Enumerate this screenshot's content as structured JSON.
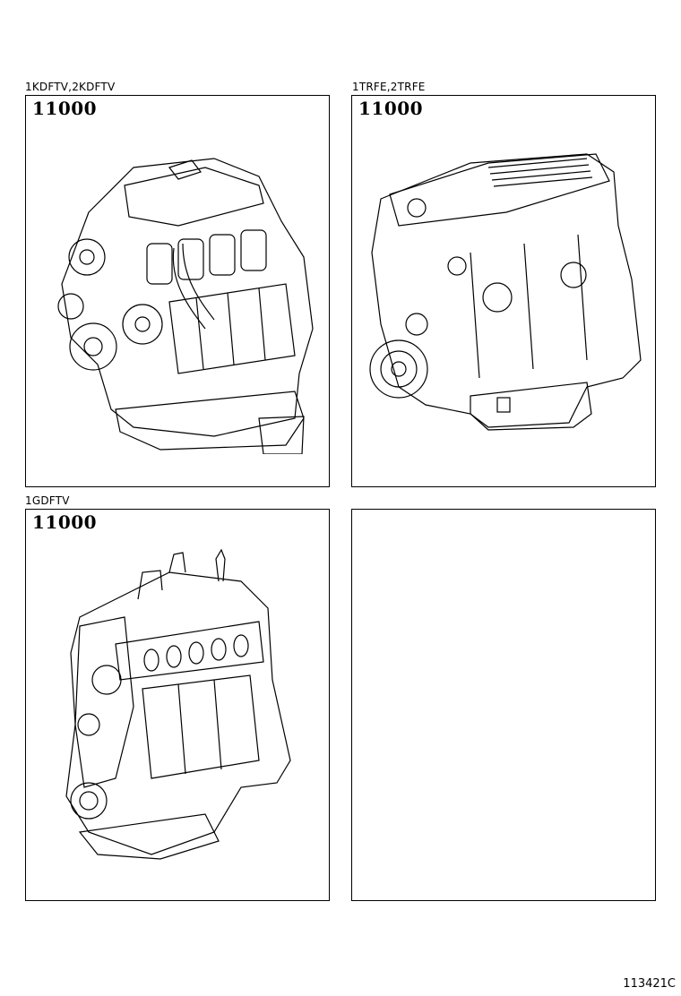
{
  "panels": [
    {
      "caption": "1KDFTV,2KDFTV",
      "part_number": "11000",
      "icon": "engine-diesel-kd-icon"
    },
    {
      "caption": "1TRFE,2TRFE",
      "part_number": "11000",
      "icon": "engine-gasoline-tr-icon"
    },
    {
      "caption": "1GDFTV",
      "part_number": "11000",
      "icon": "engine-diesel-gd-icon"
    },
    {
      "caption": "",
      "part_number": "",
      "icon": ""
    }
  ],
  "figure_id": "113421C",
  "colors": {
    "line": "#000000",
    "background": "#ffffff"
  }
}
